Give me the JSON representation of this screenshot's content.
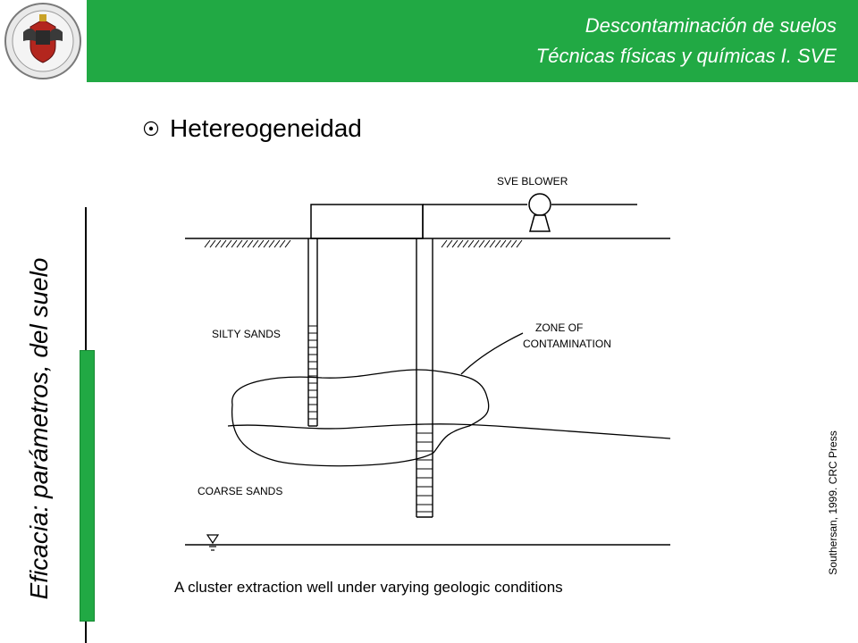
{
  "header": {
    "line1": "Descontaminación de suelos",
    "line2": "Técnicas físicas y químicas I.  SVE"
  },
  "sidebar": {
    "title": "Eficacia: parámetros, del suelo"
  },
  "content": {
    "bullet": "Hetereogeneidad"
  },
  "diagram": {
    "blower_label": "SVE BLOWER",
    "silty_label": "SILTY SANDS",
    "zone_label_1": "ZONE OF",
    "zone_label_2": "CONTAMINATION",
    "coarse_label": "COARSE SANDS",
    "caption": "A cluster extraction well under varying geologic conditions"
  },
  "credit": "Southersan, 1999. CRC Press",
  "colors": {
    "header_green": "#21a944",
    "text": "#000000"
  }
}
